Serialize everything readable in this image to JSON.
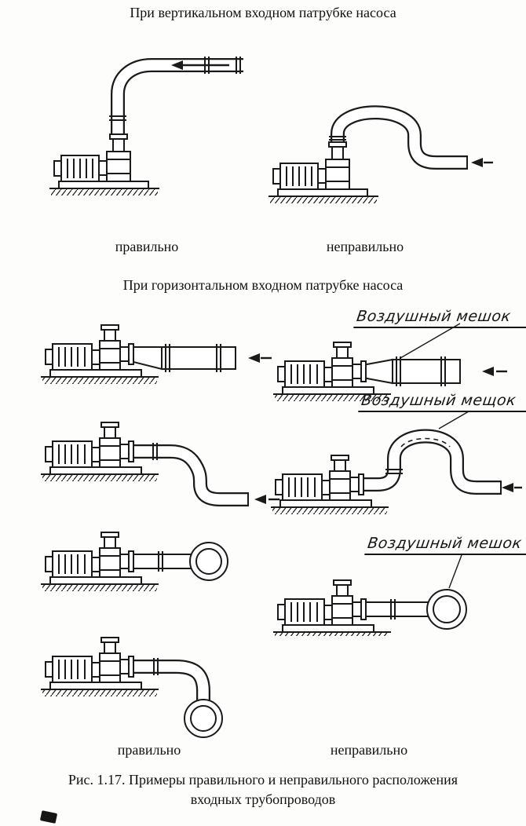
{
  "figure": {
    "section_vertical": {
      "title": "При вертикальном входном патрубке насоса",
      "correct_label": "правильно",
      "incorrect_label": "неправильно"
    },
    "section_horizontal": {
      "title": "При горизонтальном входном патрубке насоса",
      "correct_label": "правильно",
      "incorrect_label": "неправильно",
      "annotations": {
        "air_pocket_1": "Воздушный мешок",
        "air_pocket_2": "Воздушный мещок",
        "air_pocket_3": "Воздушный мешок"
      }
    },
    "caption": {
      "line1": "Рис. 1.17. Примеры правильного и неправильного расположения",
      "line2": "входных трубопроводов"
    },
    "colors": {
      "ink": "#1a1a1a",
      "paper": "#fdfdfc"
    }
  }
}
